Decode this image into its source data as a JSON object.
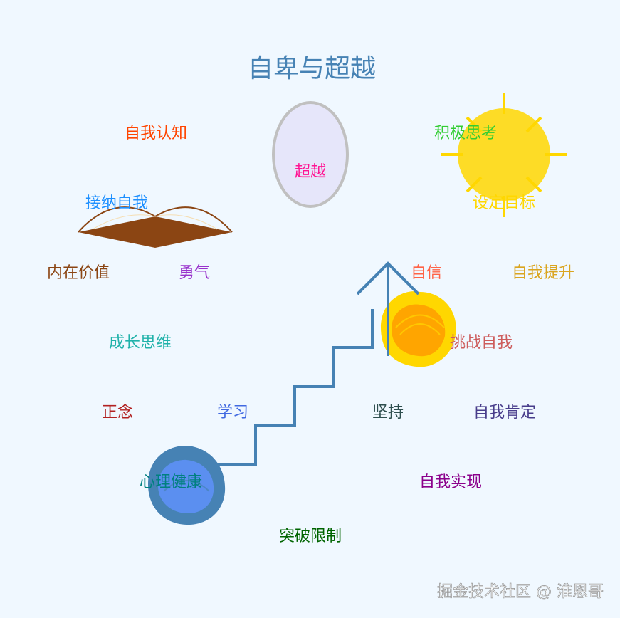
{
  "title": "自卑与超越",
  "colors": {
    "background": "#f0f8ff",
    "title": "#4682b4",
    "stairs": "#4682b4",
    "sun": "#ffd700",
    "book": "#8b4513",
    "egg_fill": "#e6e6fa",
    "egg_stroke": "#c0c0c0",
    "heart_blue": "#4682b4",
    "heart_blue_inner": "#5b8ff0",
    "heart_gold": "#ffd700",
    "heart_orange": "#ffa500"
  },
  "icons": [
    "egg-icon",
    "sun-icon",
    "open-book-icon",
    "staircase-arrow-icon",
    "gold-heart-icon",
    "blue-heart-icon"
  ],
  "labels": {
    "self_awareness": "自我认知",
    "transcend": "超越",
    "positive_thinking": "积极思考",
    "accept_self": "接纳自我",
    "set_goals": "设定目标",
    "inner_value": "内在价值",
    "courage": "勇气",
    "confidence": "自信",
    "self_improve": "自我提升",
    "growth_mindset": "成长思维",
    "challenge_self": "挑战自我",
    "mindfulness": "正念",
    "learning": "学习",
    "persistence": "坚持",
    "self_affirmation": "自我肯定",
    "mental_health": "心理健康",
    "self_realization": "自我实现",
    "break_limits": "突破限制"
  },
  "label_colors": {
    "self_awareness": "#ff4500",
    "transcend": "#ff1493",
    "positive_thinking": "#32cd32",
    "accept_self": "#1e90ff",
    "set_goals": "#ffd700",
    "inner_value": "#8b4513",
    "courage": "#9932cc",
    "confidence": "#ff6347",
    "self_improve": "#daa520",
    "growth_mindset": "#20b2aa",
    "challenge_self": "#cd5c5c",
    "mindfulness": "#b22222",
    "learning": "#4169e1",
    "persistence": "#2f4f4f",
    "self_affirmation": "#483d8b",
    "mental_health": "#008080",
    "self_realization": "#8b008b",
    "break_limits": "#006400"
  },
  "watermark": "掘金技术社区 @ 淮恩哥"
}
